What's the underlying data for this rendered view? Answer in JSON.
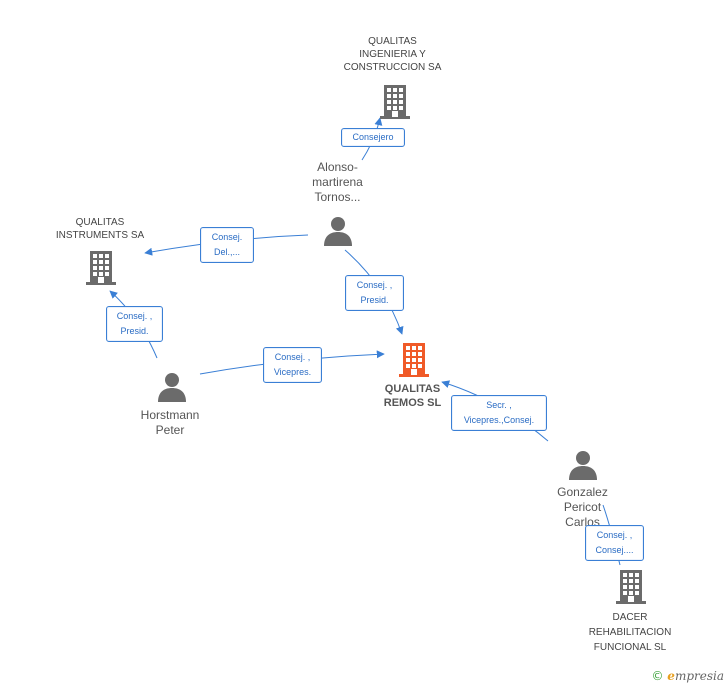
{
  "colors": {
    "edge": "#3a7fd5",
    "company_icon": "#6b6b6b",
    "focus_icon": "#f05a28",
    "person_icon": "#6b6b6b"
  },
  "nodes": {
    "qualitas_ingenieria": {
      "label": "QUALITAS\nINGENIERIA Y\nCONSTRUCCION SA",
      "icon": "building-icon"
    },
    "qualitas_instruments": {
      "label": "QUALITAS\nINSTRUMENTS SA",
      "icon": "building-icon"
    },
    "qualitas_remos": {
      "label": "QUALITAS\nREMOS SL",
      "icon": "building-icon"
    },
    "dacer": {
      "label": "DACER\nREHABILITACION\nFUNCIONAL SL",
      "icon": "building-icon"
    },
    "alonso": {
      "label": "Alonso-\nmartirena\nTornos...",
      "icon": "person-icon"
    },
    "horstmann": {
      "label": "Horstmann\nPeter",
      "icon": "person-icon"
    },
    "gonzalez": {
      "label": "Gonzalez\nPericot\nCarlos",
      "icon": "person-icon"
    }
  },
  "edges": {
    "alonso_ingenieria": "Consejero",
    "alonso_instruments": "Consej.\nDel.,...",
    "alonso_remos": "Consej. ,\nPresid.",
    "horstmann_instruments": "Consej. ,\nPresid.",
    "horstmann_remos": "Consej. ,\nVicepres.",
    "gonzalez_remos": "Secr. ,\nVicepres.,Consej.",
    "gonzalez_dacer": "Consej. ,\nConsej...."
  },
  "brand": {
    "copyright": "©",
    "first_letter": "e",
    "rest": "mpresia"
  }
}
